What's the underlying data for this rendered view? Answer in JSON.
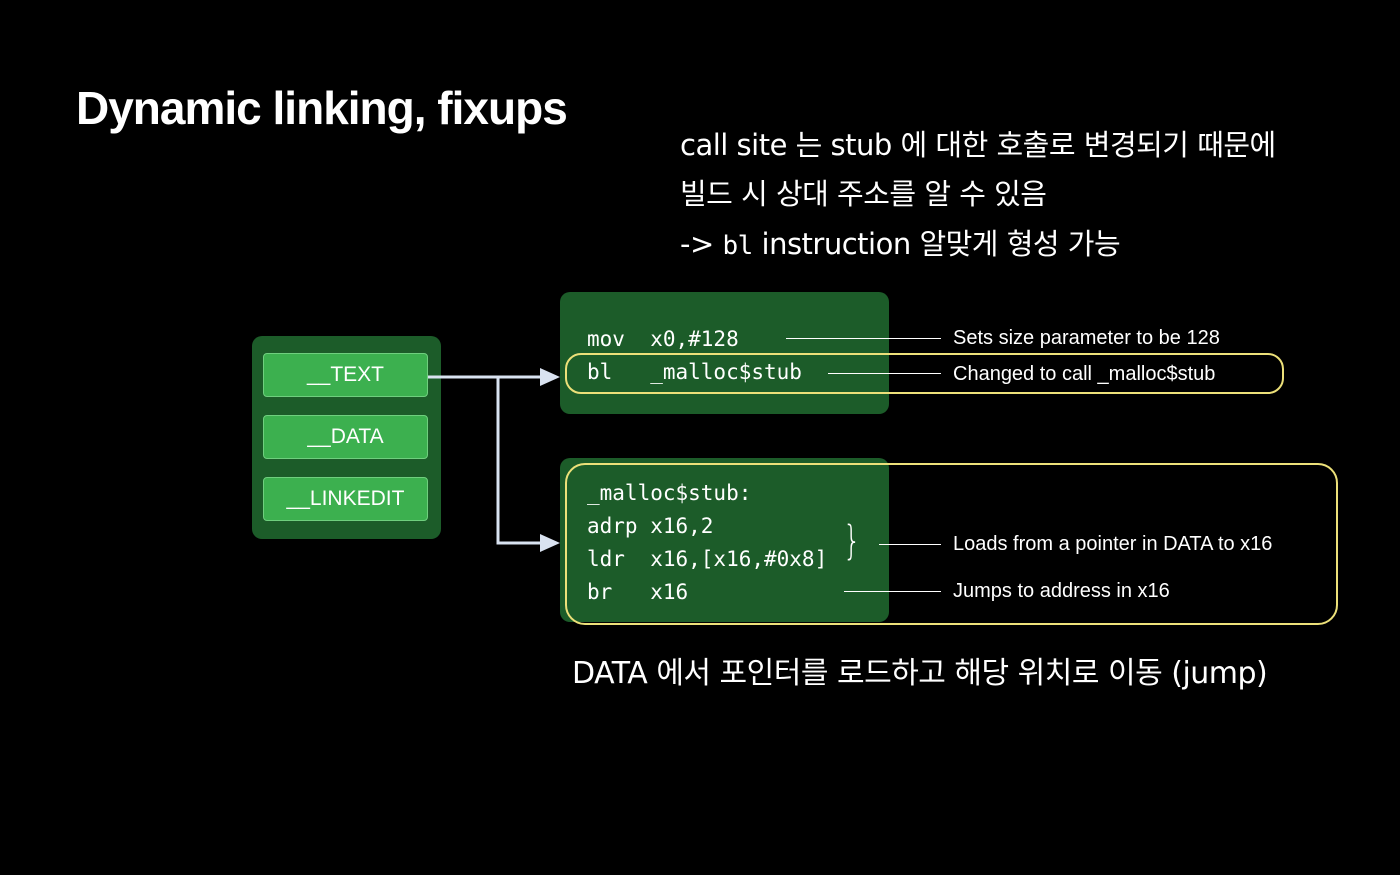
{
  "slide": {
    "title": "Dynamic linking, fixups"
  },
  "notes": {
    "line1": "call site 는 stub 에 대한 호출로 변경되기 때문에",
    "line2": "빌드 시 상대 주소를 알 수 있음",
    "line3_prefix": "-> ",
    "line3_code": "bl",
    "line3_suffix": " instruction 알맞게 형성 가능"
  },
  "segments": [
    "__TEXT",
    "__DATA",
    "__LINKEDIT"
  ],
  "call_site": {
    "lines": [
      "mov  x0,#128",
      "bl   _malloc$stub"
    ],
    "annotations": [
      "Sets size parameter to be 128",
      "Changed to call _malloc$stub"
    ]
  },
  "stub": {
    "lines": [
      "_malloc$stub:",
      "adrp x16,2",
      "ldr  x16,[x16,#0x8]",
      "br   x16"
    ],
    "brace": "}",
    "annotations": [
      "Loads from a pointer in DATA to x16",
      "Jumps to address in x16"
    ]
  },
  "bottom_note": "DATA 에서 포인터를 로드하고 해당 위치로 이동 (jump)",
  "colors": {
    "background": "#000000",
    "panel": "#1c5c29",
    "segment": "#3cb04f",
    "highlight": "#ece079",
    "arrow": "#d9e2f0"
  }
}
